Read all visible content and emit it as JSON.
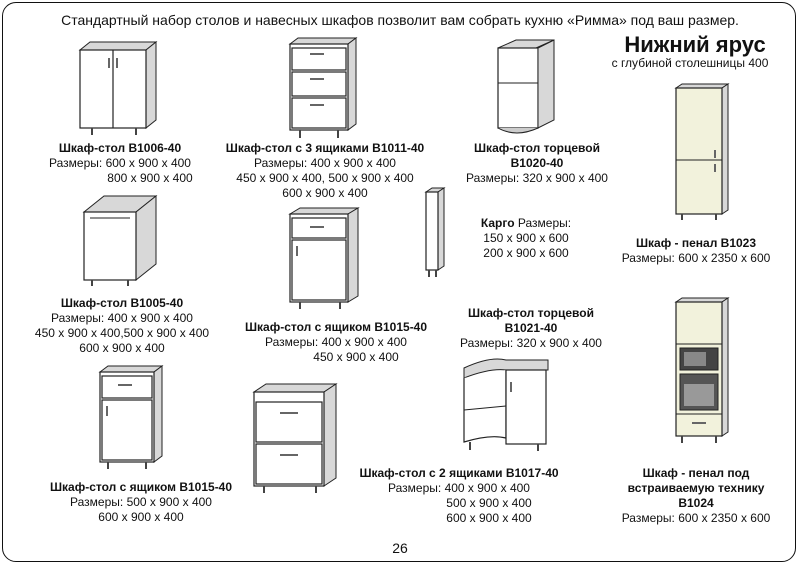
{
  "header": "Стандартный набор столов и навесных шкафов позволит вам собрать кухню «Римма» под ваш размер.",
  "section": {
    "title": "Нижний ярус",
    "subtitle": "с глубиной столешницы 400"
  },
  "products": {
    "p1": {
      "title": "Шкаф-стол B1006-40",
      "lines": [
        "Размеры: 600 х 900 х 400",
        "800 х 900 х 400"
      ]
    },
    "p2": {
      "title": "Шкаф-стол с 3 ящиками B1011-40",
      "lines": [
        "Размеры: 400 х 900 х 400",
        "450 х 900 х 400, 500 х 900 х 400",
        "600 х 900 х 400"
      ]
    },
    "p3": {
      "title": "Шкаф-стол торцевой",
      "title2": "B1020-40",
      "lines": [
        "Размеры: 320 х 900 х 400"
      ]
    },
    "p4": {
      "title": "Шкаф - пенал B1023",
      "lines": [
        "Размеры: 600 х 2350 х 600"
      ]
    },
    "p5": {
      "title": "Шкаф-стол B1005-40",
      "lines": [
        "Размеры: 400 х 900 х 400",
        "450 х 900 х 400,500 х 900 х 400",
        "600 х 900 х 400"
      ]
    },
    "p6": {
      "title": "Шкаф-стол с ящиком B1015-40",
      "lines": [
        "Размеры: 400 х 900 х 400",
        "450 х 900 х 400"
      ]
    },
    "p7": {
      "title": "Карго",
      "title_rest": "Размеры:",
      "lines": [
        "150 х 900 х 600",
        "200 х 900 х 600"
      ]
    },
    "p8": {
      "title": "Шкаф-стол торцевой",
      "title2": "B1021-40",
      "lines": [
        "Размеры: 320 х 900 х 400"
      ]
    },
    "p9": {
      "title": "Шкаф-стол с ящиком B1015-40",
      "lines": [
        "Размеры: 500 х 900 х 400",
        "600 х 900 х 400"
      ]
    },
    "p10": {
      "title": "Шкаф-стол с 2 ящиками B1017-40",
      "lines": [
        "Размеры: 400 х 900 х 400",
        "500 х 900 х 400",
        "600 х 900 х 400"
      ]
    },
    "p11": {
      "title": "Шкаф - пенал под",
      "title2": "встраиваемую технику",
      "title3": "B1024",
      "lines": [
        "Размеры: 600 х 2350 х 600"
      ]
    }
  },
  "page_number": "26"
}
